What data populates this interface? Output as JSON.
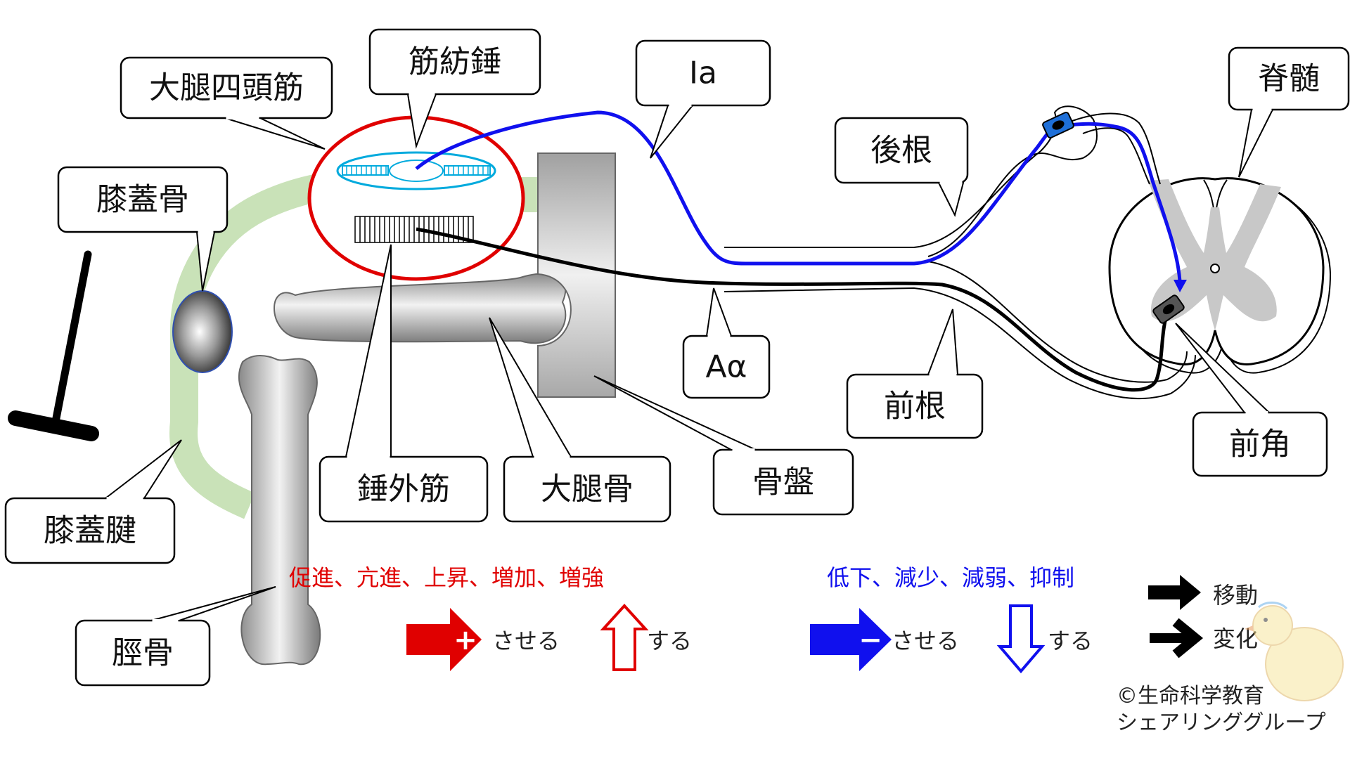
{
  "labels": {
    "quadriceps": "大腿四頭筋",
    "muscle_spindle": "筋紡錘",
    "ia_fiber": "Ia",
    "spinal_cord": "脊髄",
    "dorsal_root": "後根",
    "patella": "膝蓋骨",
    "extrafusal_muscle": "錘外筋",
    "femur": "大腿骨",
    "pelvis": "骨盤",
    "a_alpha_fiber": "Aα",
    "ventral_root": "前根",
    "anterior_horn": "前角",
    "patellar_tendon": "膝蓋腱",
    "tibia": "脛骨"
  },
  "legend": {
    "increase_words": "促進、亢進、上昇、増加、増強",
    "decrease_words": "低下、減少、減弱、抑制",
    "cause_label": "させる",
    "become_label": "する",
    "plus_sign": "+",
    "minus_sign": "−",
    "move_label": "移動",
    "change_label": "変化"
  },
  "credit": {
    "line1": "©生命科学教育",
    "line2": "シェアリンググループ"
  },
  "colors": {
    "red": "#e00000",
    "blue": "#1010ee",
    "tendon": "#c9e2b8",
    "gray_matter": "#c8c8c8",
    "spindle": "#00aadd"
  }
}
